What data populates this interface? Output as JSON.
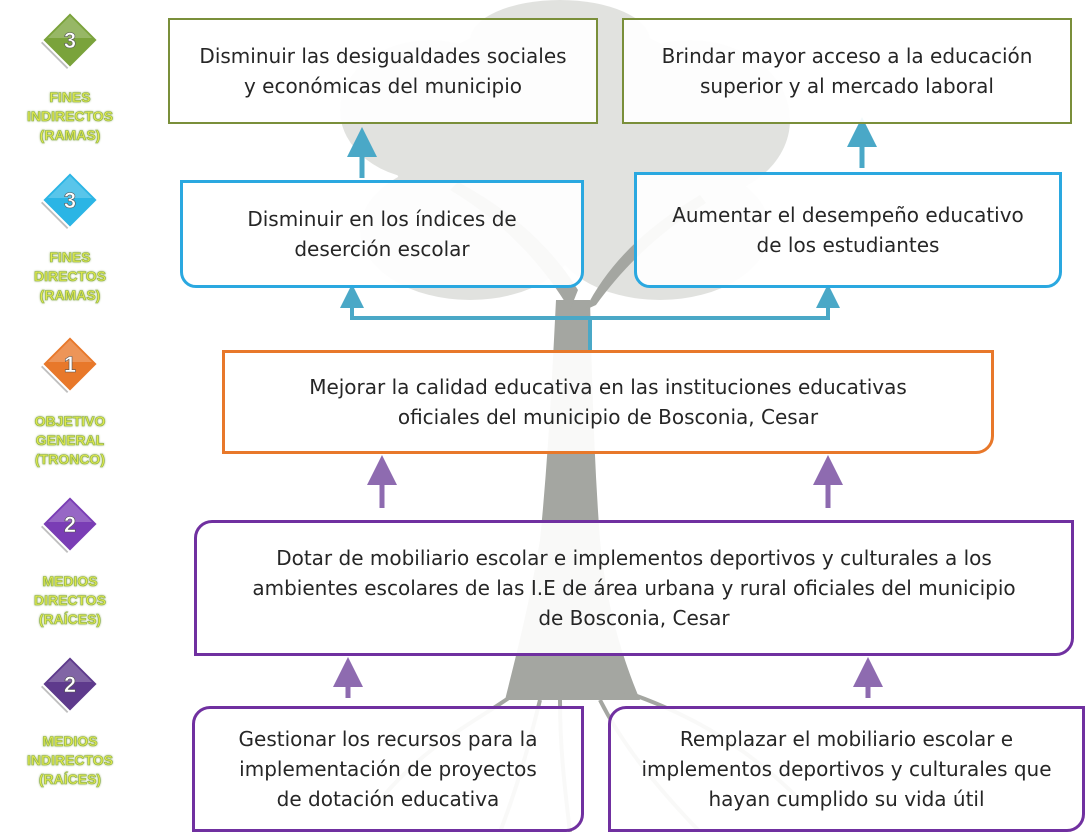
{
  "colors": {
    "olive": "#7a8f3a",
    "blue": "#2aa8e0",
    "orange": "#e8782a",
    "purple": "#7030a0",
    "label_fill": "#e1e94c",
    "label_outline": "#8ab04a"
  },
  "sidebar": [
    {
      "number": "3",
      "gem_color": "#7aa33b",
      "lines": [
        "FINES",
        "INDIRECTOS",
        "(RAMAS)"
      ]
    },
    {
      "number": "3",
      "gem_color": "#2bb5e5",
      "lines": [
        "FINES",
        "DIRECTOS",
        "(RAMAS)"
      ]
    },
    {
      "number": "1",
      "gem_color": "#e8782a",
      "lines": [
        "OBJETIVO",
        "GENERAL",
        "(TRONCO)"
      ]
    },
    {
      "number": "2",
      "gem_color": "#7a3db5",
      "lines": [
        "MEDIOS",
        "DIRECTOS",
        "(RAÍCES)"
      ]
    },
    {
      "number": "2",
      "gem_color": "#5e3a8c",
      "lines": [
        "MEDIOS",
        "INDIRECTOS",
        "(RAÍCES)"
      ]
    }
  ],
  "boxes": {
    "fin_indirecto_1": [
      "Disminuir las desigualdades sociales",
      "y económicas del municipio"
    ],
    "fin_indirecto_2": [
      "Brindar mayor acceso a la educación",
      "superior y al mercado laboral"
    ],
    "fin_directo_1": [
      "Disminuir en los índices de",
      "deserción escolar"
    ],
    "fin_directo_2": [
      "Aumentar el desempeño educativo",
      "de los estudiantes"
    ],
    "objetivo": [
      "Mejorar la calidad educativa en las instituciones educativas",
      "oficiales del municipio de Bosconia, Cesar"
    ],
    "medio_directo": [
      "Dotar de mobiliario escolar e implementos deportivos y culturales a los",
      "ambientes escolares de las I.E de área urbana y rural oficiales del municipio",
      "de Bosconia, Cesar"
    ],
    "medio_indirecto_1": [
      "Gestionar los recursos para la",
      "implementación de proyectos",
      "de dotación educativa"
    ],
    "medio_indirecto_2": [
      "Remplazar el mobiliario escolar e",
      "implementos deportivos y culturales que",
      "hayan cumplido su vida útil"
    ]
  }
}
